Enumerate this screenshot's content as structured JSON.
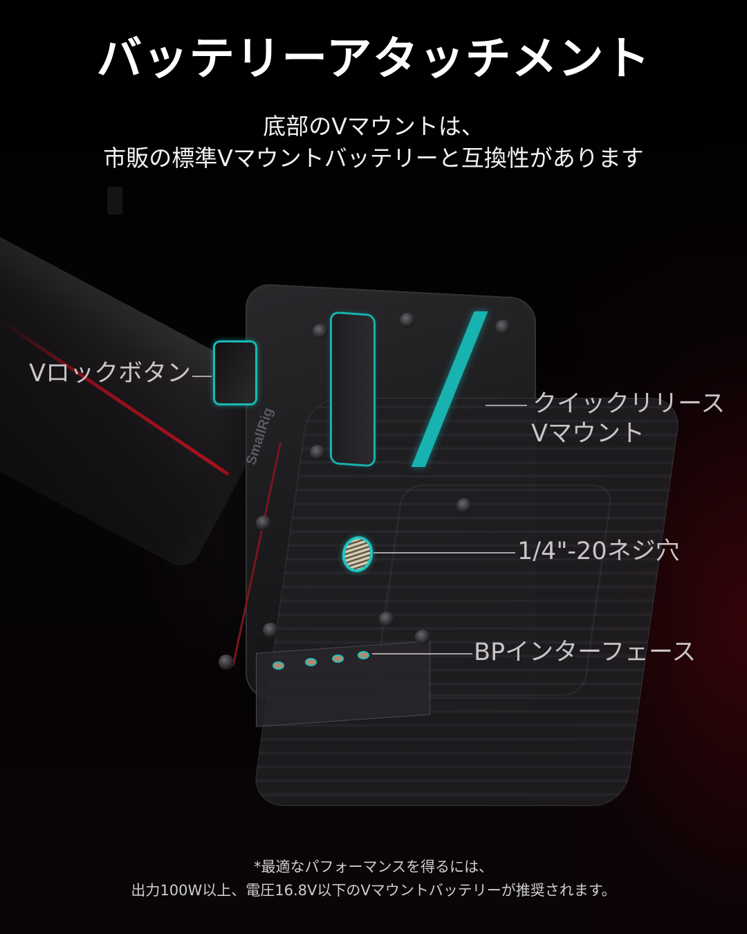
{
  "header": {
    "title": "バッテリーアタッチメント",
    "subtitle_lines": [
      "底部のVマウントは、",
      "市販の標準Vマウントバッテリーと互換性があります"
    ]
  },
  "product": {
    "brand_logo": "SmallRig",
    "accent_color": "#19b9b6",
    "stripe_color": "#8a0f1a"
  },
  "callouts": {
    "v_lock_button": "Vロックボタン",
    "quick_release_line1": "クイックリリース",
    "quick_release_line2": "Vマウント",
    "thread_hole": "1/4\"-20ネジ穴",
    "bp_interface": "BPインターフェース"
  },
  "footnote": {
    "lines": [
      "*最適なパフォーマンスを得るには、",
      "出力100W以上、電圧16.8V以下のVマウントバッテリーが推奨されます。"
    ]
  }
}
